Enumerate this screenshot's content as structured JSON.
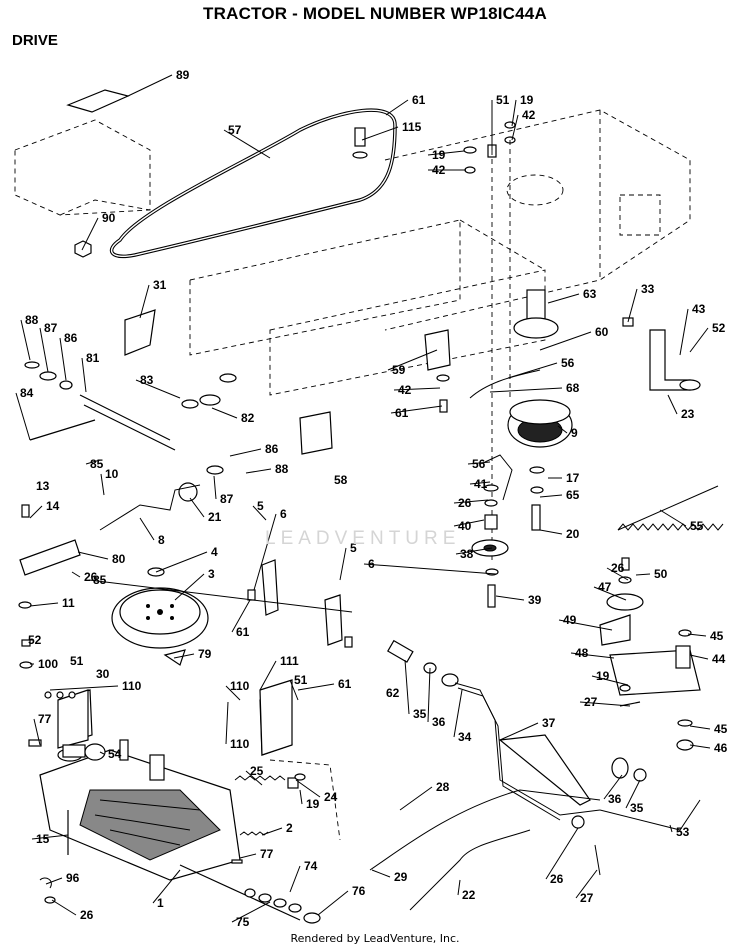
{
  "title": "TRACTOR - MODEL NUMBER WP18IC44A",
  "section": "DRIVE",
  "footer": "Rendered by LeadVenture, Inc.",
  "watermark": "LEADVENTURE",
  "callouts": [
    "89",
    "57",
    "61",
    "115",
    "51",
    "19",
    "42",
    "19",
    "42",
    "90",
    "31",
    "63",
    "33",
    "43",
    "52",
    "60",
    "88",
    "87",
    "86",
    "81",
    "83",
    "59",
    "56",
    "42",
    "68",
    "84",
    "82",
    "86",
    "61",
    "9",
    "23",
    "85",
    "88",
    "10",
    "56",
    "17",
    "87",
    "41",
    "58",
    "13",
    "21",
    "26",
    "65",
    "14",
    "8",
    "5",
    "6",
    "40",
    "20",
    "55",
    "80",
    "4",
    "38",
    "26",
    "3",
    "5",
    "85",
    "6",
    "26",
    "50",
    "11",
    "61",
    "39",
    "47",
    "49",
    "45",
    "52",
    "79",
    "100",
    "51",
    "110",
    "30",
    "111",
    "61",
    "62",
    "48",
    "44",
    "51",
    "110",
    "35",
    "36",
    "19",
    "34",
    "37",
    "27",
    "77",
    "110",
    "54",
    "45",
    "46",
    "25",
    "24",
    "19",
    "28",
    "15",
    "2",
    "36",
    "35",
    "77",
    "53",
    "74",
    "29",
    "96",
    "1",
    "26",
    "76",
    "27",
    "22",
    "75",
    "26"
  ]
}
